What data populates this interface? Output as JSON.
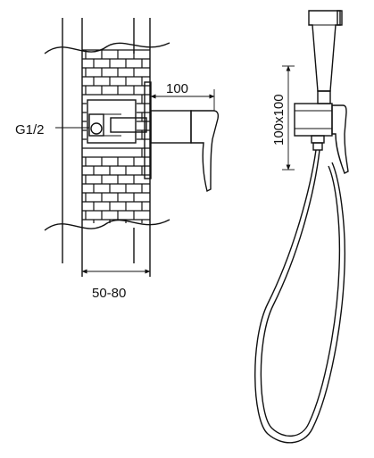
{
  "labels": {
    "projection_dim": "100",
    "plate_dim": "100x100",
    "thread_size": "G1/2",
    "wall_depth": "50-80"
  },
  "colors": {
    "line": "#111111",
    "background": "#ffffff"
  }
}
